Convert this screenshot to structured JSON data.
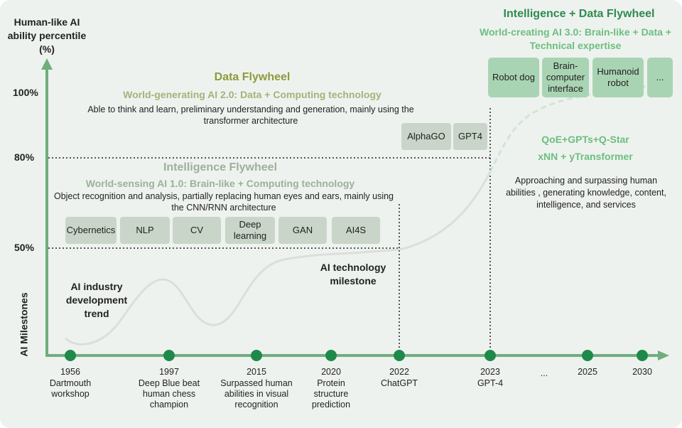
{
  "y_axis": {
    "title": "Human-like AI ability percentile (%)",
    "ticks": [
      "100%",
      "80%",
      "50%"
    ]
  },
  "x_axis": {
    "title": "AI Milestones"
  },
  "curve_label": "AI industry development trend",
  "milestone_label": "AI technology milestone",
  "intelligence_flywheel": {
    "title": "Intelligence Flywheel",
    "subtitle": "World-sensing AI 1.0: Brain-like + Computing technology",
    "description": "Object recognition and analysis, partially replacing human eyes and ears, mainly using the CNN/RNN architecture",
    "boxes": [
      "Cybernetics",
      "NLP",
      "CV",
      "Deep learning",
      "GAN",
      "AI4S"
    ]
  },
  "data_flywheel": {
    "title": "Data Flywheel",
    "subtitle": "World-generating AI 2.0: Data + Computing technology",
    "description": "Able to think and learn, preliminary understanding and generation, mainly using the transformer architecture",
    "boxes": [
      "AlphaGO",
      "GPT4"
    ]
  },
  "combined_flywheel": {
    "title": "Intelligence + Data Flywheel",
    "subtitle": "World-creating AI 3.0: Brain-like + Data + Technical expertise",
    "boxes": [
      "Robot dog",
      "Brain-computer interface",
      "Humanoid robot",
      "..."
    ],
    "tech_line1": "QoE+GPTs+Q-Star",
    "tech_line2": "xNN + yTransformer",
    "description": "Approaching and surpassing human abilities , generating knowledge, content, intelligence, and services"
  },
  "milestones": [
    {
      "year": "1956",
      "label": "Dartmouth workshop"
    },
    {
      "year": "1997",
      "label": "Deep Blue beat human chess champion"
    },
    {
      "year": "2015",
      "label": "Surpassed human abilities in visual recognition"
    },
    {
      "year": "2020",
      "label": "Protein structure prediction"
    },
    {
      "year": "2022",
      "label": "ChatGPT"
    },
    {
      "year": "2023",
      "label": "GPT-4"
    },
    {
      "year": "...",
      "label": ""
    },
    {
      "year": "2025",
      "label": ""
    },
    {
      "year": "2030",
      "label": ""
    }
  ],
  "colors": {
    "axis": "#6fae7d",
    "dot": "#1e8a4a",
    "dark_green": "#2e8b4e",
    "olive": "#8c9a3c",
    "light_green": "#6cbf7e",
    "gray_box": "#c9d5c9",
    "green_box": "#a9d4b3",
    "background": "#eef2ef"
  }
}
